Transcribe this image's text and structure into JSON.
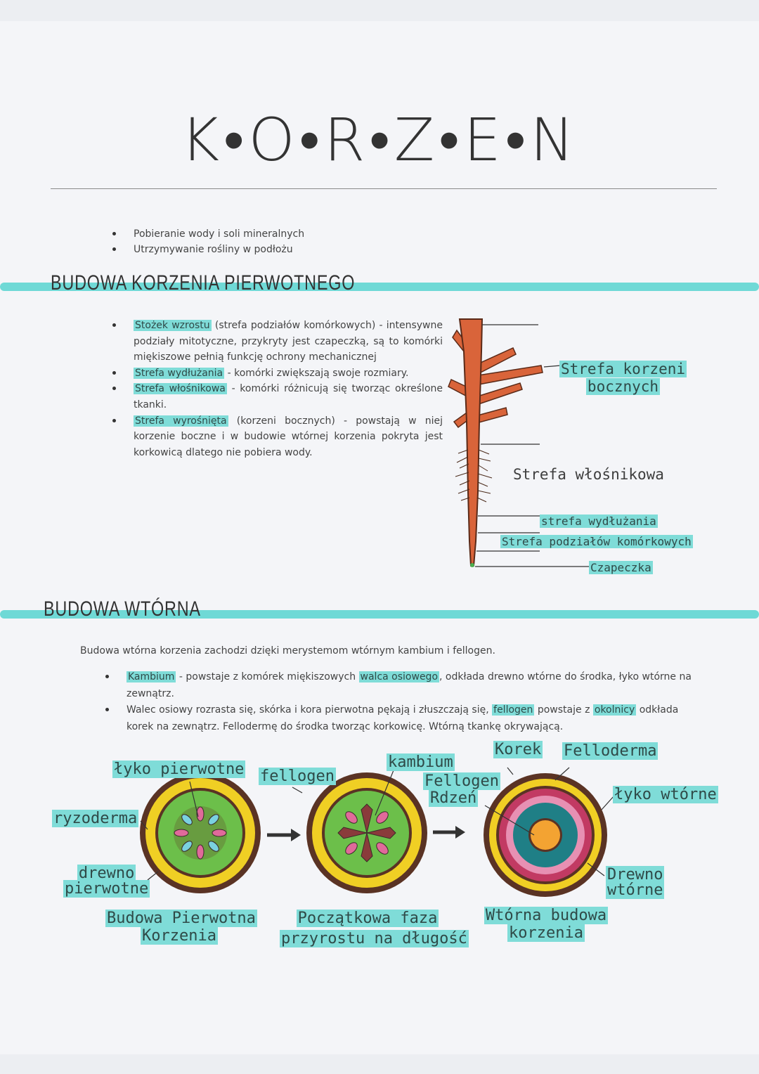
{
  "title": "K•O•R•Z•E•N",
  "intro_points": [
    "Pobieranie wody i soli mineralnych",
    "Utrzymywanie rośliny w podłożu"
  ],
  "section1": {
    "heading": "BUDOWA KORZENIA PIERWOTNEGO",
    "items": [
      {
        "term": "Stożek wzrostu",
        "text": " (strefa podziałów komórkowych) - intensywne podziały mitotyczne, przykryty jest czapeczką, są to komórki miękiszowe pełnią funkcję ochrony mechanicznej"
      },
      {
        "term": "Strefa wydłużania",
        "text": " - komórki zwiększają swoje rozmiary."
      },
      {
        "term": "Strefa włośnikowa",
        "text": " - komórki różnicują się tworząc określone tkanki."
      },
      {
        "term": "Strefa wyrośnięta",
        "text": " (korzeni bocznych) - powstają w niej korzenie boczne i w budowie wtórnej korzenia pokryta jest korkowicą dlatego nie pobiera wody."
      }
    ],
    "root_labels": {
      "lateral": [
        "Strefa korzeni",
        "bocznych"
      ],
      "hair": "Strefa włośnikowa",
      "elongation": "strefa wydłużania",
      "division": "Strefa podziałów komórkowych",
      "cap": "Czapeczka"
    }
  },
  "section2": {
    "heading": "BUDOWA WTÓRNA",
    "intro": "Budowa wtórna korzenia zachodzi dzięki merystemom wtórnym kambium i fellogen.",
    "item1": {
      "term": "Kambium",
      "t1": " - powstaje z komórek miękiszowych ",
      "hl": "walca osiowego",
      "t2": ", odkłada drewno wtórne do środka, łyko wtórne na zewnątrz."
    },
    "item2": {
      "t1": "Walec osiowy rozrasta się, skórka i kora pierwotna pękają i złuszczają się, ",
      "hl1": "fellogen",
      "t2": " powstaje z ",
      "hl2": "okolnicy",
      "t3": " odkłada korek na zewnątrz. Fellodermę do środka tworząc korkowicę. Wtórną tkankę okrywającą."
    },
    "diagram_labels": {
      "lyko_pierwotne": "łyko pierwotne",
      "ryzoderma": "ryzoderma",
      "drewno_pierwotne": [
        "drewno",
        "pierwotne"
      ],
      "fellogen_a": "fellogen",
      "kambium": "kambium",
      "fellogen_b": "Fellogen",
      "rdzen": "Rdzeń",
      "korek": "Korek",
      "felloderma": "Felloderma",
      "lyko_wtorne": "łyko wtórne",
      "drewno_wtorne": [
        "Drewno",
        "wtórne"
      ],
      "caption1": [
        "Budowa Pierwotna",
        "Korzenia"
      ],
      "caption2": [
        "Początkowa faza",
        "przyrostu na długość"
      ],
      "caption3": [
        "Wtórna budowa",
        "korzenia"
      ]
    }
  }
}
